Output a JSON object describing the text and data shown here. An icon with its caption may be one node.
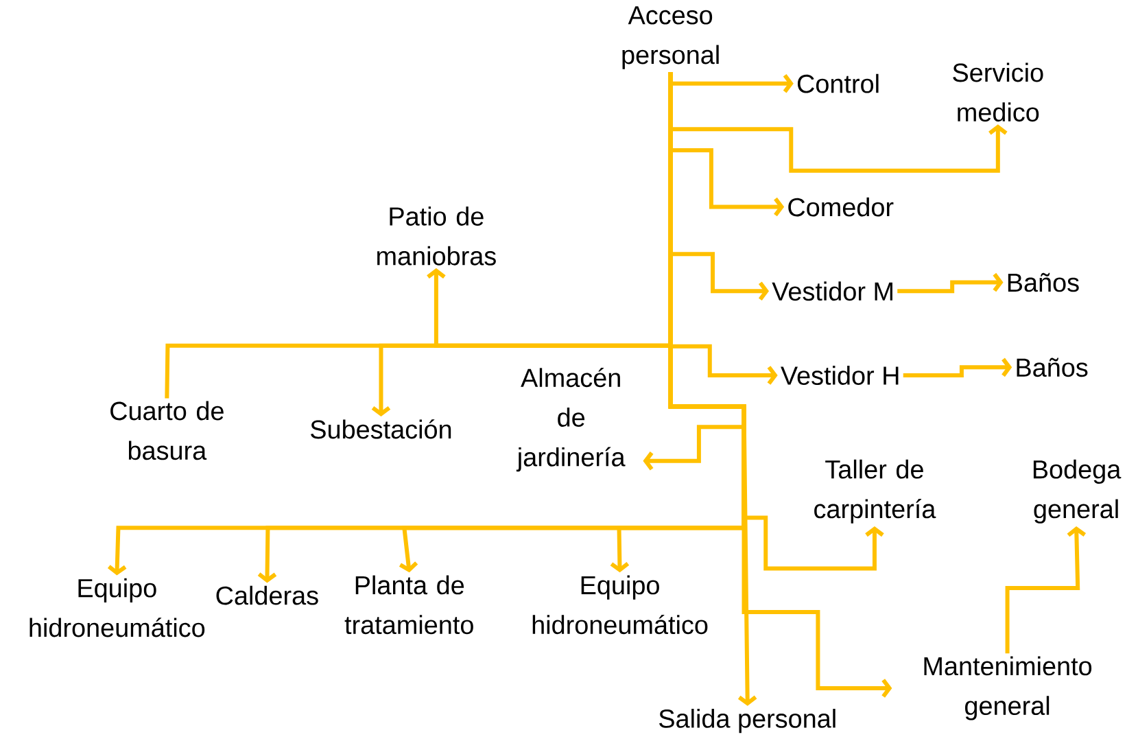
{
  "diagram": {
    "nodes": [
      {
        "text": [
          "Acceso personal"
        ]
      },
      {
        "text": [
          "Control"
        ]
      },
      {
        "text": [
          "Servicio medico"
        ]
      },
      {
        "text": [
          "Comedor"
        ]
      },
      {
        "text": [
          "Vestidor M"
        ]
      },
      {
        "text": [
          "Baños"
        ]
      },
      {
        "text": [
          "Vestidor H"
        ]
      },
      {
        "text": [
          "Baños"
        ]
      },
      {
        "text": [
          "Patio de maniobras"
        ]
      },
      {
        "text": [
          "Cuarto de basura"
        ]
      },
      {
        "text": [
          "Subestación"
        ]
      },
      {
        "text": [
          "Almacén de jardinería"
        ]
      },
      {
        "text": [
          "Taller de carpintería"
        ]
      },
      {
        "text": [
          "Bodega general"
        ]
      },
      {
        "text": [
          "Equipo hidroneumático"
        ]
      },
      {
        "text": [
          "Calderas"
        ]
      },
      {
        "text": [
          "Planta de tratamiento"
        ]
      },
      {
        "text": [
          "Equipo hidroneumático"
        ]
      },
      {
        "text": [
          "Salida personal"
        ]
      },
      {
        "text": [
          "Mantenimiento general"
        ]
      }
    ],
    "edges": [
      {
        "from": 0,
        "to": 1,
        "arrow": "to"
      },
      {
        "from": 0,
        "to": 2,
        "arrow": "to"
      },
      {
        "from": 0,
        "to": 3,
        "arrow": "to"
      },
      {
        "from": 0,
        "to": 4,
        "arrow": "to"
      },
      {
        "from": 0,
        "to": 6,
        "arrow": "to"
      },
      {
        "from": 0,
        "to": 8,
        "arrow": "to"
      },
      {
        "from": 0,
        "to": 10,
        "arrow": "to"
      },
      {
        "from": 0,
        "to": 9,
        "arrow": "none"
      },
      {
        "from": 0,
        "to": 11,
        "arrow": "to"
      },
      {
        "from": 0,
        "to": 12,
        "arrow": "to"
      },
      {
        "from": 0,
        "to": 14,
        "arrow": "to"
      },
      {
        "from": 0,
        "to": 15,
        "arrow": "to"
      },
      {
        "from": 0,
        "to": 16,
        "arrow": "to"
      },
      {
        "from": 0,
        "to": 17,
        "arrow": "to"
      },
      {
        "from": 0,
        "to": 18,
        "arrow": "to"
      },
      {
        "from": 0,
        "to": 19,
        "arrow": "to"
      },
      {
        "from": 4,
        "to": 5,
        "arrow": "to"
      },
      {
        "from": 6,
        "to": 7,
        "arrow": "to"
      },
      {
        "from": 19,
        "to": 13,
        "arrow": "to"
      }
    ]
  }
}
